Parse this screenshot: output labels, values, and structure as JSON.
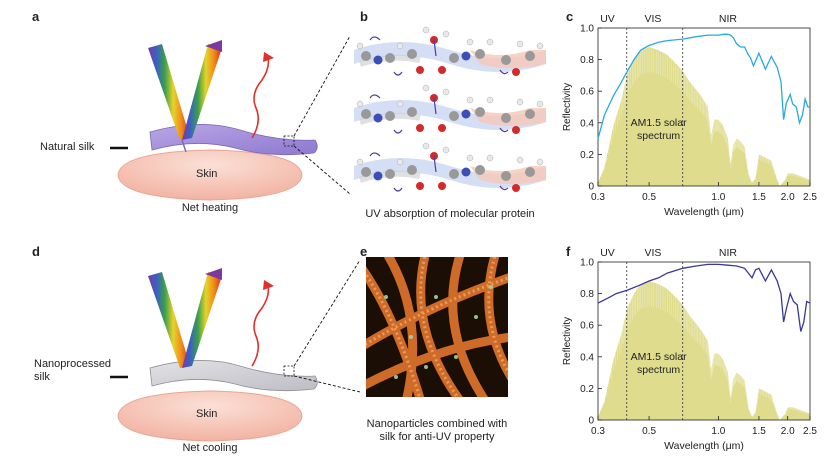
{
  "panels": {
    "a": {
      "letter": "a",
      "material_label": "Natural silk",
      "skin_label": "Skin",
      "caption": "Net heating"
    },
    "b": {
      "letter": "b",
      "caption": "UV absorption of molecular protein"
    },
    "d": {
      "letter": "d",
      "material_label_line1": "Nanoprocessed",
      "material_label_line2": "silk",
      "skin_label": "Skin",
      "caption": "Net cooling"
    },
    "e": {
      "letter": "e",
      "caption_line1": "Nanoparticles combined with",
      "caption_line2": "silk for anti-UV property"
    },
    "c": {
      "letter": "c"
    },
    "f": {
      "letter": "f"
    }
  },
  "chart_data": [
    {
      "type": "line",
      "panel": "c",
      "ylabel": "Reflectivity",
      "xlabel": "Wavelength (μm)",
      "x_scale": "log",
      "xlim": [
        0.3,
        2.5
      ],
      "ylim": [
        0,
        1.0
      ],
      "x_ticks": [
        "0.3",
        "0.5",
        "1.0",
        "1.5",
        "2.0",
        "2.5"
      ],
      "x_tick_values": [
        0.3,
        0.5,
        1.0,
        1.5,
        2.0,
        2.5
      ],
      "y_ticks": [
        "0",
        "0.2",
        "0.4",
        "0.6",
        "0.8",
        "1.0"
      ],
      "y_tick_values": [
        0,
        0.2,
        0.4,
        0.6,
        0.8,
        1.0
      ],
      "region_labels": [
        {
          "text": "UV",
          "x": 0.33
        },
        {
          "text": "VIS",
          "x": 0.52
        },
        {
          "text": "NIR",
          "x": 1.1
        }
      ],
      "dividers": [
        0.4,
        0.7
      ],
      "area_label_line1": "AM1.5 solar",
      "area_label_line2": "spectrum",
      "line_color": "#29a9e0",
      "area_color": "#d9d67a",
      "series": [
        {
          "x": [
            0.3,
            0.32,
            0.35,
            0.38,
            0.4,
            0.43,
            0.46,
            0.5,
            0.55,
            0.6,
            0.7,
            0.8,
            0.9,
            1.0,
            1.05,
            1.1,
            1.13,
            1.16,
            1.2,
            1.25,
            1.3,
            1.35,
            1.38,
            1.42,
            1.5,
            1.6,
            1.7,
            1.8,
            1.87,
            1.92,
            1.97,
            2.05,
            2.1,
            2.18,
            2.25,
            2.32,
            2.38,
            2.45,
            2.5
          ],
          "values": [
            0.3,
            0.45,
            0.57,
            0.66,
            0.72,
            0.8,
            0.86,
            0.89,
            0.91,
            0.92,
            0.93,
            0.945,
            0.955,
            0.955,
            0.96,
            0.96,
            0.955,
            0.94,
            0.9,
            0.88,
            0.88,
            0.83,
            0.81,
            0.76,
            0.84,
            0.74,
            0.82,
            0.75,
            0.66,
            0.42,
            0.52,
            0.58,
            0.52,
            0.5,
            0.4,
            0.45,
            0.55,
            0.5,
            0.5
          ]
        }
      ]
    },
    {
      "type": "line",
      "panel": "f",
      "ylabel": "Reflectivity",
      "xlabel": "Wavelength (μm)",
      "x_scale": "log",
      "xlim": [
        0.3,
        2.5
      ],
      "ylim": [
        0,
        1.0
      ],
      "x_ticks": [
        "0.3",
        "0.5",
        "1.0",
        "1.5",
        "2.0",
        "2.5"
      ],
      "x_tick_values": [
        0.3,
        0.5,
        1.0,
        1.5,
        2.0,
        2.5
      ],
      "y_ticks": [
        "0",
        "0.2",
        "0.4",
        "0.6",
        "0.8",
        "1.0"
      ],
      "y_tick_values": [
        0,
        0.2,
        0.4,
        0.6,
        0.8,
        1.0
      ],
      "region_labels": [
        {
          "text": "UV",
          "x": 0.33
        },
        {
          "text": "VIS",
          "x": 0.52
        },
        {
          "text": "NIR",
          "x": 1.1
        }
      ],
      "dividers": [
        0.4,
        0.7
      ],
      "area_label_line1": "AM1.5 solar",
      "area_label_line2": "spectrum",
      "line_color": "#3b3799",
      "area_color": "#d9d67a",
      "series": [
        {
          "x": [
            0.3,
            0.33,
            0.36,
            0.4,
            0.45,
            0.5,
            0.55,
            0.6,
            0.7,
            0.8,
            0.9,
            1.0,
            1.1,
            1.2,
            1.3,
            1.35,
            1.4,
            1.45,
            1.5,
            1.6,
            1.7,
            1.8,
            1.87,
            1.92,
            1.97,
            2.05,
            2.12,
            2.2,
            2.28,
            2.35,
            2.42,
            2.5
          ],
          "values": [
            0.74,
            0.77,
            0.8,
            0.82,
            0.85,
            0.88,
            0.9,
            0.93,
            0.96,
            0.975,
            0.985,
            0.985,
            0.98,
            0.975,
            0.96,
            0.93,
            0.9,
            0.95,
            0.96,
            0.88,
            0.95,
            0.88,
            0.8,
            0.62,
            0.7,
            0.8,
            0.75,
            0.73,
            0.56,
            0.62,
            0.75,
            0.74
          ]
        }
      ]
    }
  ],
  "solar_spectrum": {
    "x": [
      0.3,
      0.32,
      0.35,
      0.38,
      0.4,
      0.43,
      0.46,
      0.5,
      0.55,
      0.6,
      0.65,
      0.7,
      0.75,
      0.8,
      0.85,
      0.9,
      0.93,
      0.96,
      1.0,
      1.05,
      1.1,
      1.13,
      1.16,
      1.2,
      1.25,
      1.3,
      1.35,
      1.4,
      1.45,
      1.5,
      1.6,
      1.7,
      1.75,
      1.8,
      1.85,
      1.9,
      1.95,
      2.0,
      2.1,
      2.2,
      2.3,
      2.4,
      2.5
    ],
    "values": [
      0.02,
      0.12,
      0.38,
      0.55,
      0.7,
      0.8,
      0.86,
      0.88,
      0.86,
      0.83,
      0.78,
      0.73,
      0.66,
      0.61,
      0.56,
      0.5,
      0.32,
      0.42,
      0.42,
      0.38,
      0.3,
      0.14,
      0.26,
      0.3,
      0.28,
      0.25,
      0.08,
      0.02,
      0.05,
      0.2,
      0.18,
      0.16,
      0.1,
      0.04,
      0.0,
      0.02,
      0.04,
      0.08,
      0.08,
      0.07,
      0.06,
      0.05,
      0.04
    ]
  }
}
